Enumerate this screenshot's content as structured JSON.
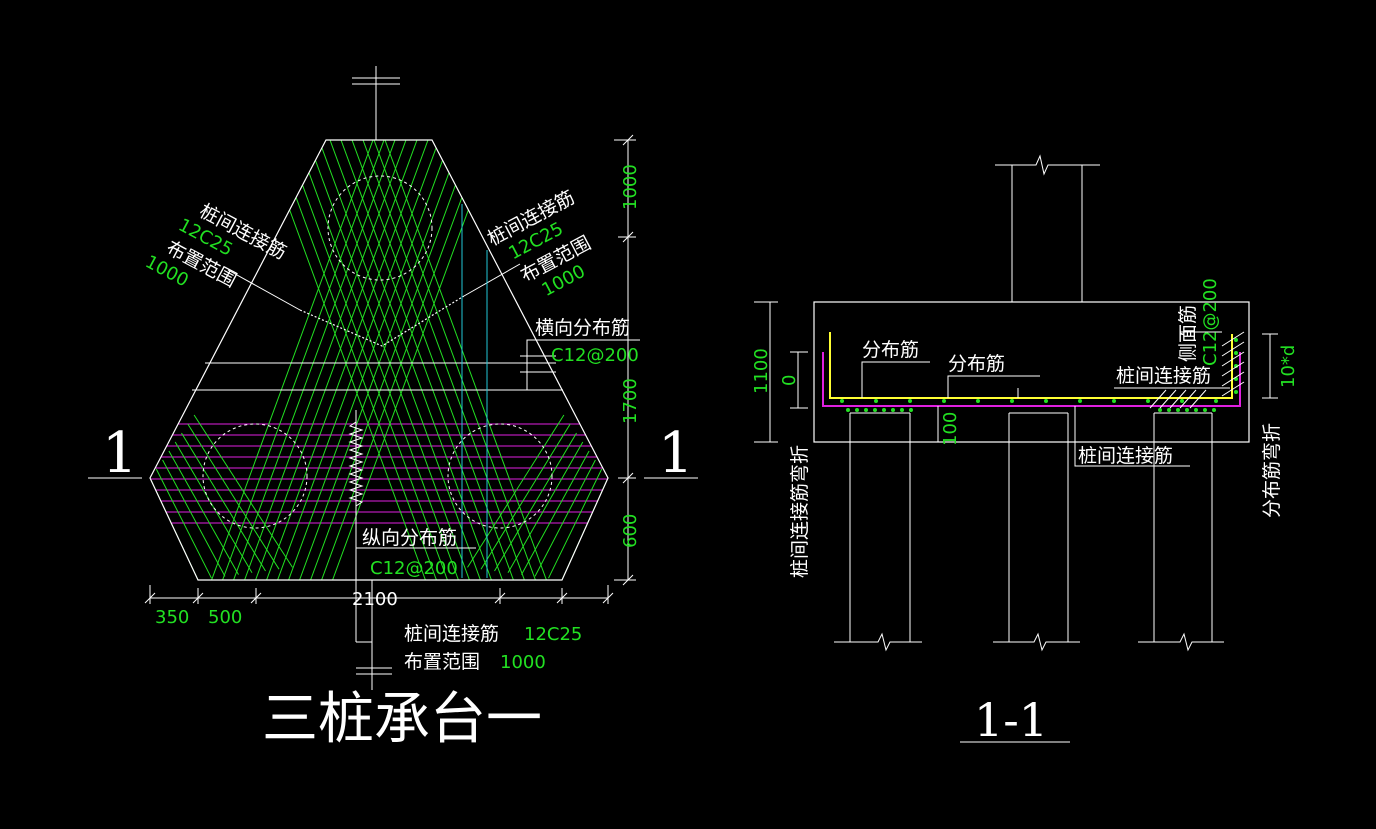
{
  "colors": {
    "background": "#000000",
    "outline": "#ffffff",
    "rebar": "#22e022",
    "distribution": "#e020e0",
    "hook": "#ffff33",
    "guide": "#22c8d8"
  },
  "plan": {
    "title": "三桩承台一",
    "section_mark": "1",
    "label_left": {
      "name": "桩间连接筋",
      "bars": "12C25",
      "range_label": "布置范围",
      "range": "1000"
    },
    "label_right": {
      "name": "桩间连接筋",
      "bars": "12C25",
      "range_label": "布置范围",
      "range": "1000"
    },
    "label_bottom": {
      "name": "桩间连接筋",
      "bars": "12C25",
      "range_label": "布置范围",
      "range": "1000"
    },
    "transverse": {
      "name": "横向分布筋",
      "spec": "C12@200"
    },
    "longitudinal": {
      "name": "纵向分布筋",
      "spec": "C12@200"
    },
    "dims_right": [
      "1000",
      "1700",
      "600"
    ],
    "dims_bottom": [
      "350",
      "500",
      "2100"
    ]
  },
  "section": {
    "title": "1-1",
    "dims_left": [
      "1100",
      "0"
    ],
    "dim_cover": "100",
    "labels": {
      "dist1": "分布筋",
      "dist2": "分布筋",
      "link_top": "桩间连接筋",
      "link_bottom": "桩间连接筋",
      "side_bar": "侧面筋",
      "side_spec": "C12@200",
      "bend_left": "桩间连接筋弯折",
      "bend_right": "分布筋弯折",
      "bend_len": "10*d"
    }
  }
}
